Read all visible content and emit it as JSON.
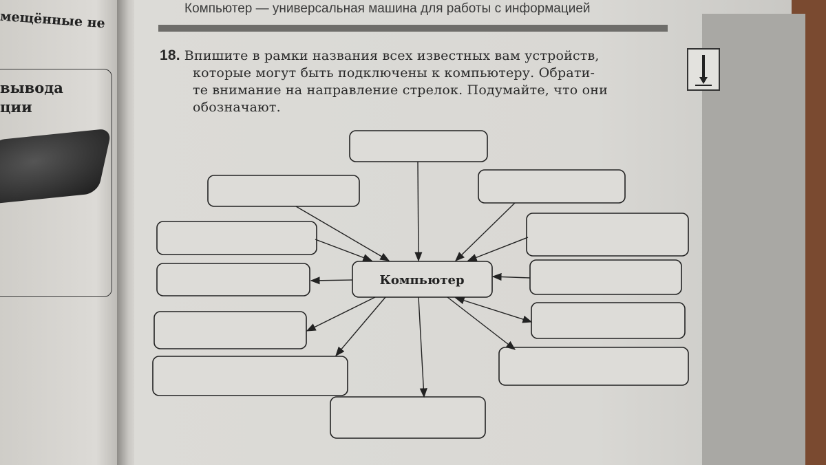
{
  "left_page": {
    "line1": "мещённые не",
    "heading_line1": "вывода",
    "heading_line2": "ции"
  },
  "header": {
    "running_title": "Компьютер — универсальная машина для работы с информацией"
  },
  "task": {
    "number": "18.",
    "lines": [
      "Впишите в рамки названия всех известных вам устройств,",
      "которые могут быть подключены к компьютеру. Обрати-",
      "те внимание на направление стрелок. Подумайте, что они",
      "обозначают."
    ]
  },
  "diagram": {
    "center_label": "Компьютер",
    "empty_boxes": 12
  },
  "icons": {
    "task_marker": "pencil-icon"
  }
}
